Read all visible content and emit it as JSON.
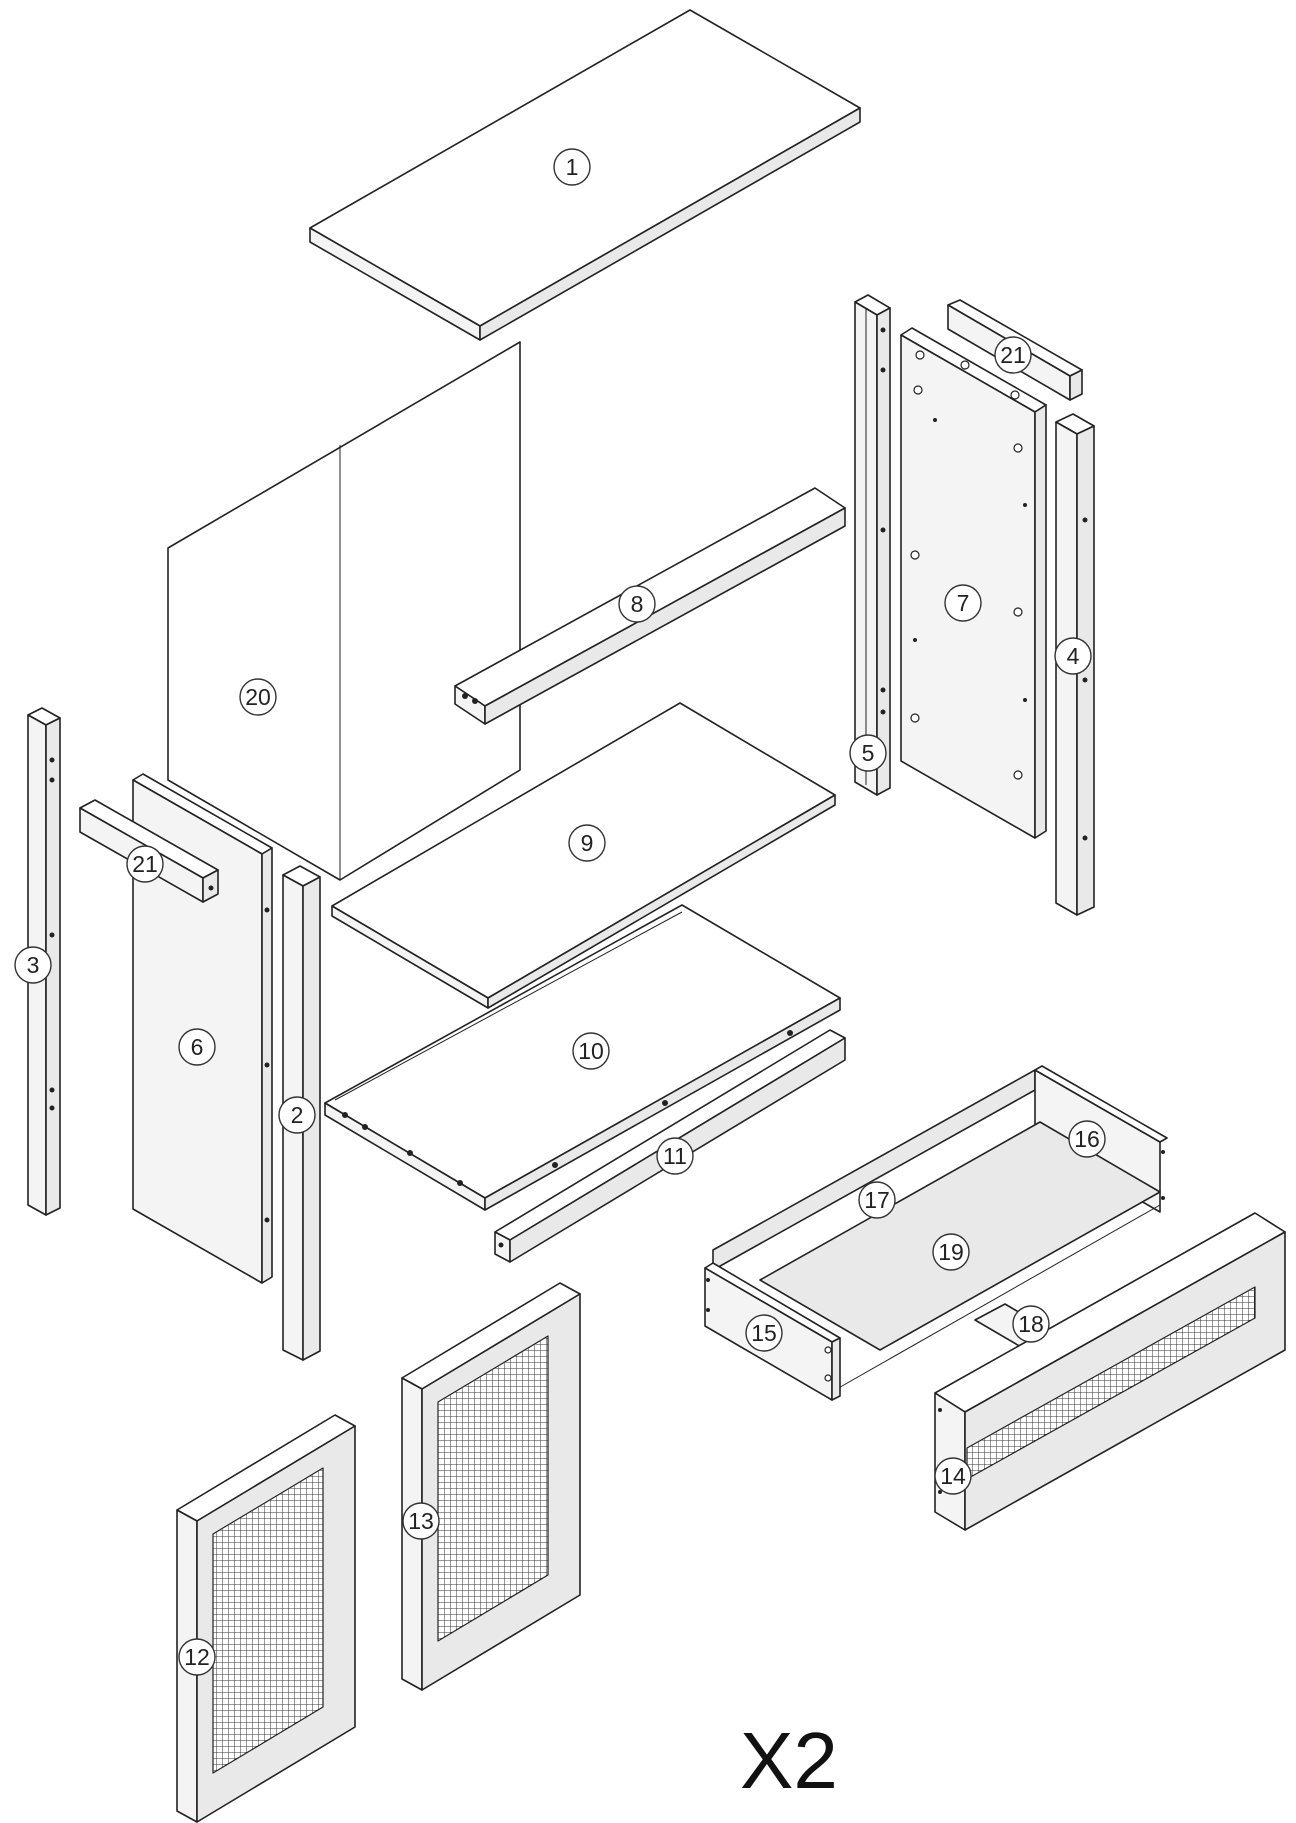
{
  "parts": [
    {
      "id": "part-1",
      "label": "1"
    },
    {
      "id": "part-2",
      "label": "2"
    },
    {
      "id": "part-3",
      "label": "3"
    },
    {
      "id": "part-4",
      "label": "4"
    },
    {
      "id": "part-5",
      "label": "5"
    },
    {
      "id": "part-6",
      "label": "6"
    },
    {
      "id": "part-7",
      "label": "7"
    },
    {
      "id": "part-8",
      "label": "8"
    },
    {
      "id": "part-9",
      "label": "9"
    },
    {
      "id": "part-10",
      "label": "10"
    },
    {
      "id": "part-11",
      "label": "11"
    },
    {
      "id": "part-12",
      "label": "12"
    },
    {
      "id": "part-13",
      "label": "13"
    },
    {
      "id": "part-14",
      "label": "14"
    },
    {
      "id": "part-15",
      "label": "15"
    },
    {
      "id": "part-16",
      "label": "16"
    },
    {
      "id": "part-17",
      "label": "17"
    },
    {
      "id": "part-18",
      "label": "18"
    },
    {
      "id": "part-19",
      "label": "19"
    },
    {
      "id": "part-20",
      "label": "20"
    },
    {
      "id": "part-21a",
      "label": "21"
    },
    {
      "id": "part-21b",
      "label": "21"
    }
  ],
  "quantity_label": "X2",
  "colors": {
    "line": "#222222",
    "background": "#ffffff"
  }
}
